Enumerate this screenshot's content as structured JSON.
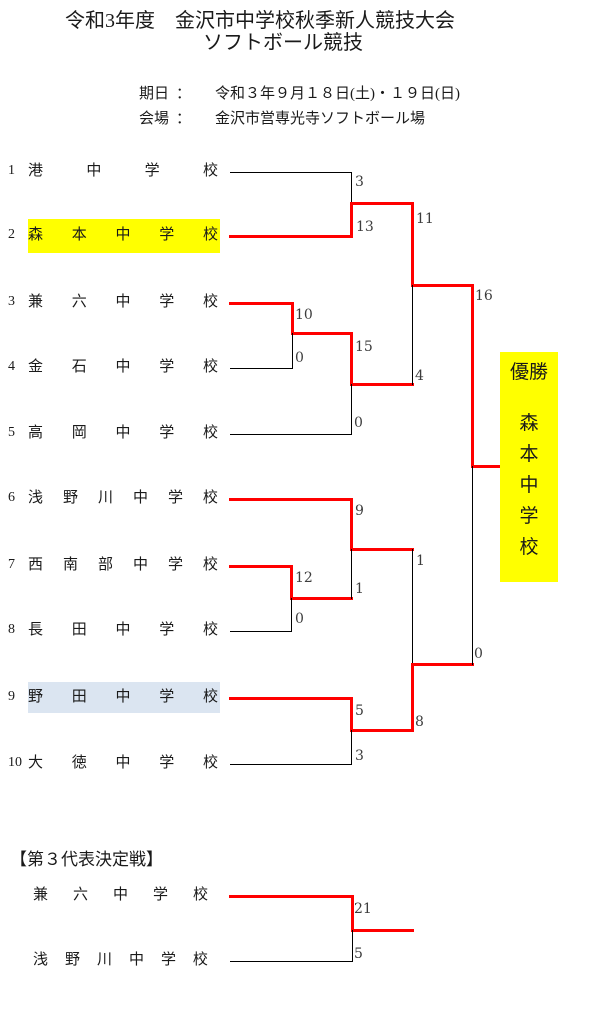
{
  "page": {
    "title_line1": "令和3年度　金沢市中学校秋季新人競技大会",
    "title_line2": "ソフトボール競技"
  },
  "meta": {
    "rows": [
      {
        "label": "期日",
        "colon": "：",
        "value": "令和３年９月１８日(土)・１９日(日)"
      },
      {
        "label": "会場",
        "colon": "：",
        "value": "金沢市営専光寺ソフトボール場"
      }
    ]
  },
  "colors": {
    "winner_path": "#ff0000",
    "line": "#000000",
    "champion_bg": "#ffff00",
    "note_bg": "#dbe5f1"
  },
  "bracket": {
    "teams": [
      {
        "seed": "1",
        "name": "港中学校",
        "highlight": null
      },
      {
        "seed": "2",
        "name": "森本中学校",
        "highlight": "champion"
      },
      {
        "seed": "3",
        "name": "兼六中学校",
        "highlight": null
      },
      {
        "seed": "4",
        "name": "金石中学校",
        "highlight": null
      },
      {
        "seed": "5",
        "name": "高岡中学校",
        "highlight": null
      },
      {
        "seed": "6",
        "name": "浅野川中学校",
        "highlight": null
      },
      {
        "seed": "7",
        "name": "西南部中学校",
        "highlight": null
      },
      {
        "seed": "8",
        "name": "長田中学校",
        "highlight": null
      },
      {
        "seed": "9",
        "name": "野田中学校",
        "highlight": "note"
      },
      {
        "seed": "10",
        "name": "大徳中学校",
        "highlight": null
      }
    ],
    "matches": [
      {
        "team1": "港中学校",
        "team2": "森本中学校",
        "scores": [
          "3",
          "13"
        ],
        "winner": "森本中学校"
      },
      {
        "team1": "兼六中学校",
        "team2": "金石中学校",
        "scores": [
          "10",
          "0"
        ],
        "winner": "兼六中学校"
      },
      {
        "team1": "兼六中学校",
        "team2": "高岡中学校",
        "scores": [
          "15",
          "0"
        ],
        "winner": "兼六中学校"
      },
      {
        "team1": "森本中学校",
        "team2": "兼六中学校",
        "scores": [
          "11",
          "4"
        ],
        "winner": "森本中学校"
      },
      {
        "team1": "西南部中学校",
        "team2": "長田中学校",
        "scores": [
          "12",
          "0"
        ],
        "winner": "西南部中学校"
      },
      {
        "team1": "浅野川中学校",
        "team2": "西南部中学校",
        "scores": [
          "9",
          "1"
        ],
        "winner": "浅野川中学校"
      },
      {
        "team1": "野田中学校",
        "team2": "大徳中学校",
        "scores": [
          "5",
          "3"
        ],
        "winner": "野田中学校"
      },
      {
        "team1": "浅野川中学校",
        "team2": "野田中学校",
        "scores": [
          "1",
          "8"
        ],
        "winner": "野田中学校"
      },
      {
        "team1": "森本中学校",
        "team2": "野田中学校",
        "scores": [
          "16",
          "0"
        ],
        "winner": "森本中学校"
      },
      {
        "team1": "兼六中学校",
        "team2": "浅野川中学校",
        "scores": [
          "21",
          "5"
        ],
        "winner": "兼六中学校"
      }
    ]
  },
  "champion": {
    "label": "優勝",
    "team": "森本中学校"
  },
  "playoff": {
    "heading": "【第３代表決定戦】",
    "teams": [
      {
        "name": "兼六中学校"
      },
      {
        "name": "浅野川中学校"
      }
    ]
  }
}
